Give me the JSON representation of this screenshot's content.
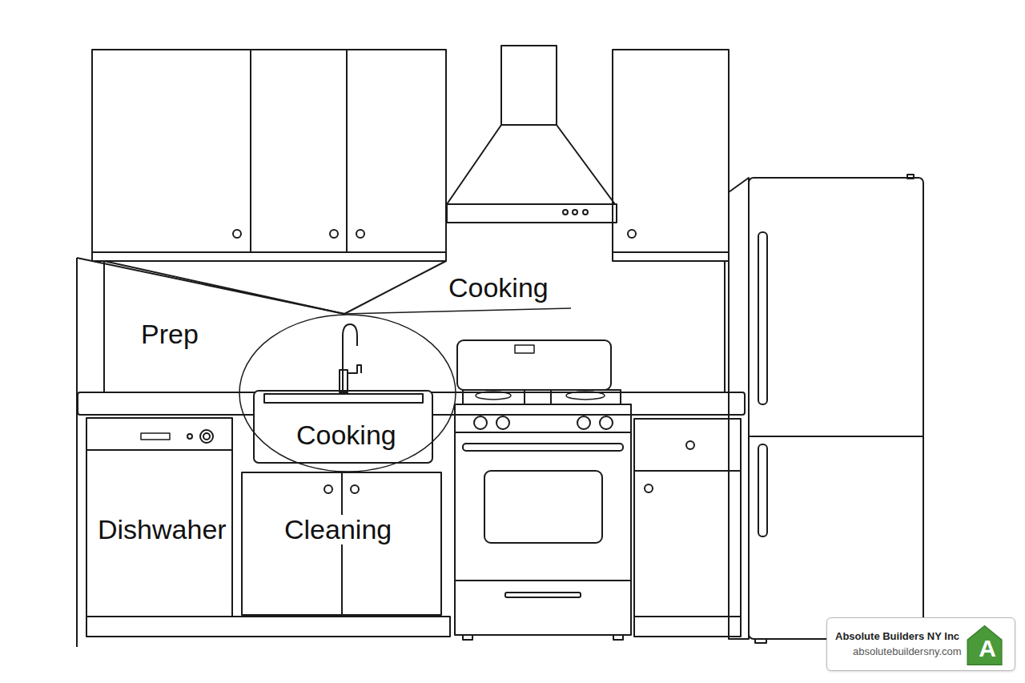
{
  "diagram": {
    "nodes": [
      {
        "text": [
          "Cooking"
        ]
      },
      {
        "text": [
          "Absolute Builders NY Inc",
          "absolutebuildersny.com",
          "A"
        ]
      }
    ],
    "labels": [
      "Cooking",
      "Prep",
      "Dishwaher",
      "Cleaning"
    ]
  }
}
